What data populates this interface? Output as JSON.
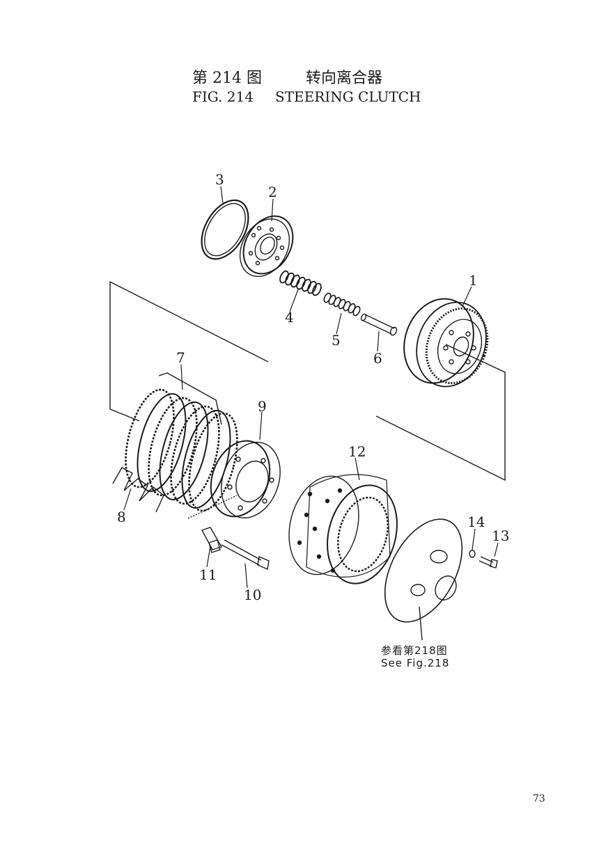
{
  "header": {
    "fig_cn": "第 214 图",
    "name_cn": "转向离合器",
    "fig_en": "FIG. 214",
    "name_en": "STEERING CLUTCH"
  },
  "callouts": {
    "c1": "1",
    "c2": "2",
    "c3": "3",
    "c4": "4",
    "c5": "5",
    "c6": "6",
    "c7": "7",
    "c8": "8",
    "c9": "9",
    "c10": "10",
    "c11": "11",
    "c12": "12",
    "c13": "13",
    "c14": "14"
  },
  "reference": {
    "cn": "参看第218图",
    "en": "See Fig.218"
  },
  "page_number": "73"
}
